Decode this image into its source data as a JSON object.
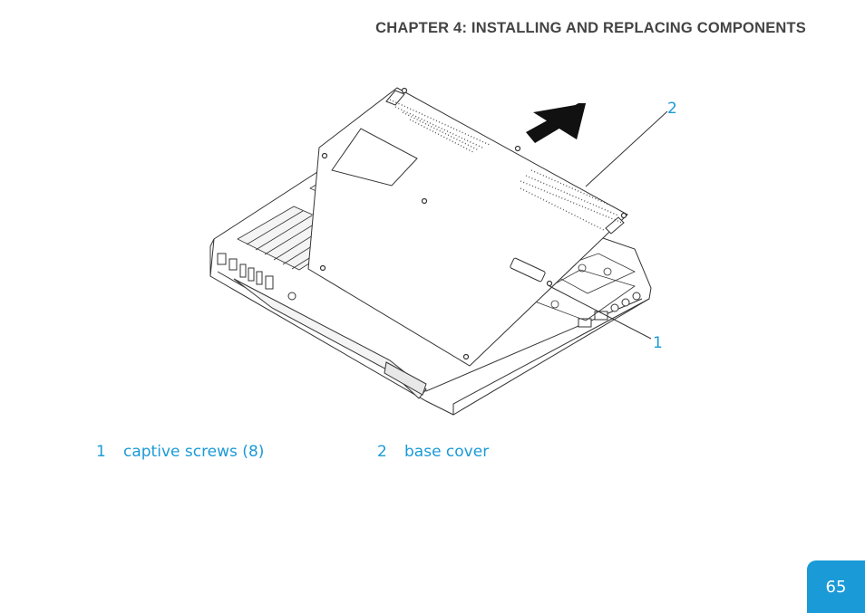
{
  "header": {
    "chapter_title": "CHAPTER 4: INSTALLING AND REPLACING COMPONENTS"
  },
  "figure": {
    "callouts": [
      {
        "number": "1",
        "label": "captive screws (8)"
      },
      {
        "number": "2",
        "label": "base cover"
      }
    ],
    "accent_color": "#1a9ad6",
    "arrow_meaning": "lift direction"
  },
  "footer": {
    "page_number": "65"
  }
}
